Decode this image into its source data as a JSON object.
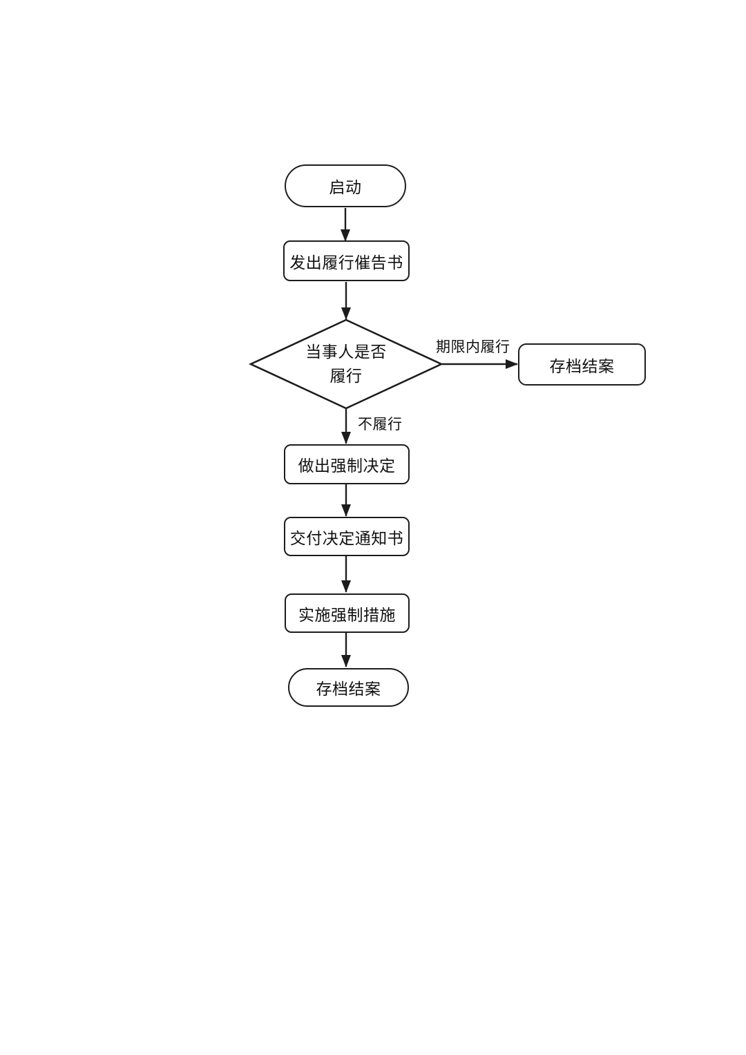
{
  "diagram": {
    "type": "flowchart",
    "nodes": [
      {
        "id": "start",
        "shape": "terminator",
        "label": "启动"
      },
      {
        "id": "issue-performance-notice",
        "shape": "process",
        "label": "发出履行催告书"
      },
      {
        "id": "party-performs-decision",
        "shape": "decision",
        "label": "当事人是否履行",
        "label_lines": [
          "当事人是否",
          "履行"
        ]
      },
      {
        "id": "archive-case-side",
        "shape": "process",
        "label": "存档结案"
      },
      {
        "id": "make-compulsory-decision",
        "shape": "process",
        "label": "做出强制决定"
      },
      {
        "id": "deliver-decision-notice",
        "shape": "process",
        "label": "交付决定通知书"
      },
      {
        "id": "implement-compulsory-measures",
        "shape": "process",
        "label": "实施强制措施"
      },
      {
        "id": "archive-case-end",
        "shape": "terminator",
        "label": "存档结案"
      }
    ],
    "edges": [
      {
        "from": "start",
        "to": "issue-performance-notice",
        "label": ""
      },
      {
        "from": "issue-performance-notice",
        "to": "party-performs-decision",
        "label": ""
      },
      {
        "from": "party-performs-decision",
        "to": "archive-case-side",
        "label": "期限内履行"
      },
      {
        "from": "party-performs-decision",
        "to": "make-compulsory-decision",
        "label": "不履行"
      },
      {
        "from": "make-compulsory-decision",
        "to": "deliver-decision-notice",
        "label": ""
      },
      {
        "from": "deliver-decision-notice",
        "to": "implement-compulsory-measures",
        "label": ""
      },
      {
        "from": "implement-compulsory-measures",
        "to": "archive-case-end",
        "label": ""
      }
    ],
    "colors": {
      "background": "#ffffff",
      "stroke": "#1c1c1c",
      "text": "#111111"
    }
  }
}
